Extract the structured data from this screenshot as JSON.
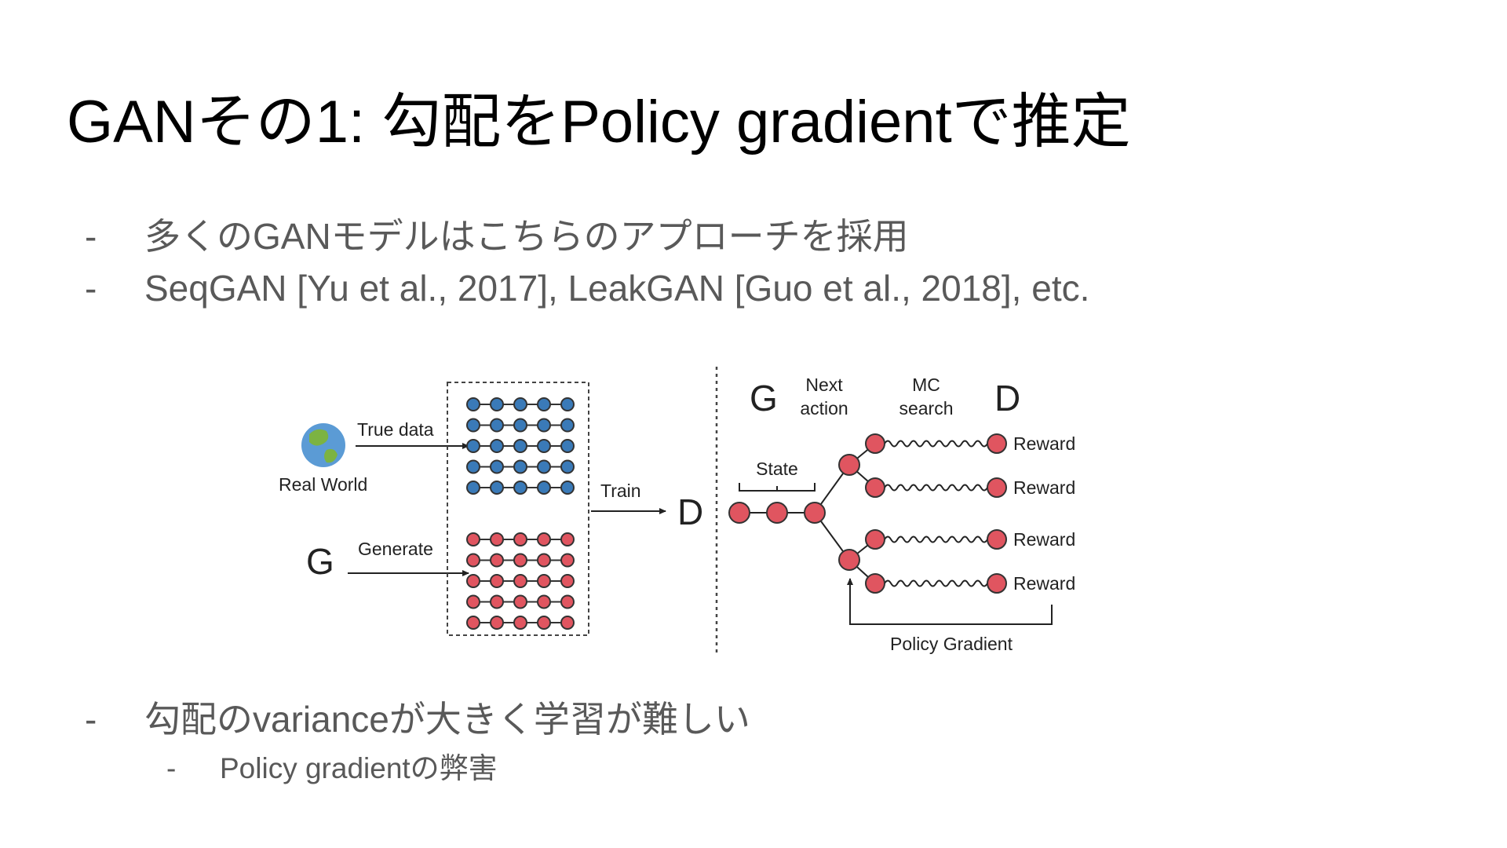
{
  "title": "GANその1: 勾配をPolicy gradientで推定",
  "bullets_top": [
    {
      "dash": "-",
      "text": "多くのGANモデルはこちらのアプローチを採用"
    },
    {
      "dash": "-",
      "text": "SeqGAN [Yu et al., 2017], LeakGAN [Guo et al., 2018], etc."
    }
  ],
  "bullets_bottom": [
    {
      "dash": "-",
      "text": "勾配のvarianceが大きく学習が難しい"
    }
  ],
  "sub_bullets_bottom": [
    {
      "dash": "-",
      "text": "Policy gradientの弊害"
    }
  ],
  "diagram": {
    "left": {
      "real_world": "Real World",
      "true_data": "True data",
      "generator": "G",
      "generate": "Generate",
      "train": "Train",
      "discriminator": "D"
    },
    "right": {
      "generator": "G",
      "next_action": [
        "Next",
        "action"
      ],
      "mc_search": [
        "MC",
        "search"
      ],
      "discriminator": "D",
      "state": "State",
      "rewards": [
        "Reward",
        "Reward",
        "Reward",
        "Reward"
      ],
      "policy_gradient": "Policy Gradient"
    },
    "colors": {
      "real_node": "#3a7ab8",
      "fake_node": "#e05560",
      "edge": "#333333",
      "globe_water": "#5b9bd5",
      "globe_land": "#7cb342"
    }
  }
}
